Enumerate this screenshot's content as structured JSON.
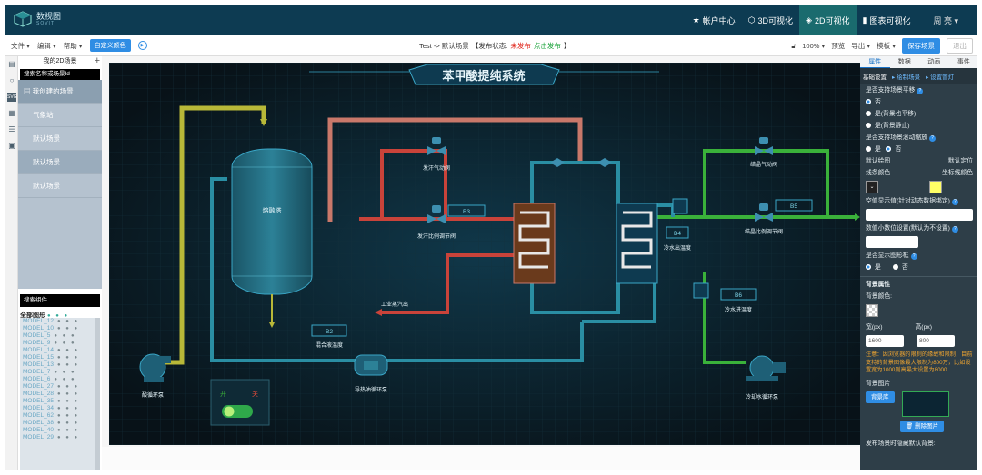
{
  "brand": {
    "name": "数视图",
    "sub": "SOVIT"
  },
  "nav": {
    "items": [
      {
        "label": "帐户中心",
        "icon": "star-icon"
      },
      {
        "label": "3D可视化",
        "icon": "cube-icon"
      },
      {
        "label": "2D可视化",
        "icon": "layers-icon",
        "active": true
      },
      {
        "label": "图表可视化",
        "icon": "bar-chart-icon"
      }
    ],
    "user": "周 亮 ▾"
  },
  "toolbar": {
    "file": "文件 ▾",
    "edit": "编辑 ▾",
    "help": "帮助 ▾",
    "custom_color": "自定义颜色",
    "breadcrumb": "Test -> 默认场景",
    "status_prefix": "【发布状态:",
    "status_value": "未发布",
    "publish": "点击发布",
    "status_suffix": "】",
    "zoom": "100% ▾",
    "preview": "预览",
    "export": "导出 ▾",
    "template": "模板 ▾",
    "save": "保存场景",
    "exit": "退出"
  },
  "left": {
    "title": "我的2D场景",
    "search_placeholder": "搜索名称或场景Id",
    "scenes": [
      "我创建的场景",
      "气象站",
      "默认场景",
      "默认场景",
      "默认场景"
    ],
    "component_search": "搜索组件",
    "all_shapes": "全部图形",
    "models": [
      "MODEL_12",
      "MODEL_10",
      "MODEL_5",
      "MODEL_9",
      "MODEL_14",
      "MODEL_15",
      "MODEL_13",
      "MODEL_7",
      "MODEL_6",
      "MODEL_27",
      "MODEL_28",
      "MODEL_35",
      "MODEL_34",
      "MODEL_62",
      "MODEL_38",
      "MODEL_40",
      "MODEL_29"
    ]
  },
  "canvas": {
    "title": "苯甲酸提纯系统",
    "labels": {
      "tower": "熔融塔",
      "valve_top": "发汗气动阀",
      "valve_mid": "发汗比例调节阀",
      "b3": "B3",
      "b4": "B4",
      "b5": "B5",
      "b6": "B6",
      "b2": "B2",
      "cold_out": "冷水出温度",
      "cold_in": "冷水进温度",
      "cryst_valve": "结晶气动阀",
      "cryst_ratio": "结晶比例调节阀",
      "steam": "工业蒸汽出",
      "mixed_temp": "混合液温度",
      "acid_pump": "酸循环泵",
      "oil_pump": "导热油循环泵",
      "cold_pump": "冷却水循环泵",
      "switch_on": "开",
      "switch_off": "关"
    }
  },
  "right": {
    "tabs": [
      "属性",
      "数据",
      "动画",
      "事件"
    ],
    "subtabs": [
      "基础设置",
      "绘制场景",
      "设置管灯"
    ],
    "pan_label": "是否支持场景平移",
    "pan_opts": [
      "否",
      "是(背景也平移)",
      "是(背景静止)"
    ],
    "scale_label": "是否支持场景滚动缩放",
    "yes": "是",
    "no": "否",
    "default_draw": "默认绘图",
    "default_pos": "默认定位",
    "line_color": "线条颜色",
    "coord_color": "坐标线颜色",
    "empty_value_label": "空值显示值(针对动态数据绑定)",
    "decimal_label": "数值小数位设置(默认为不设置)",
    "show_image_label": "是否显示图形框",
    "bg_section": "背景属性",
    "bg_color": "背景颜色:",
    "width_label": "宽(px)",
    "height_label": "高(px)",
    "width": "1600",
    "height": "800",
    "warning": "注意：因浏览器的限制的缘故和限制，目前支持的背景图像最大限制为800万，比如设置宽为1000则高最大设置为8000",
    "bg_image": "背景图片",
    "bg_lib": "背景库",
    "delete_img": "删除图片",
    "publish_bg": "发布场景时隐藏默认背景:"
  },
  "colors": {
    "nav_bg": "#0d3b52",
    "accent": "#2f8de4",
    "pipe_red": "#c9433a",
    "pipe_blue": "#2a8ea3",
    "pipe_green": "#3ab13a",
    "pipe_yellow": "#b8b838",
    "pipe_salmon": "#c9786a"
  }
}
